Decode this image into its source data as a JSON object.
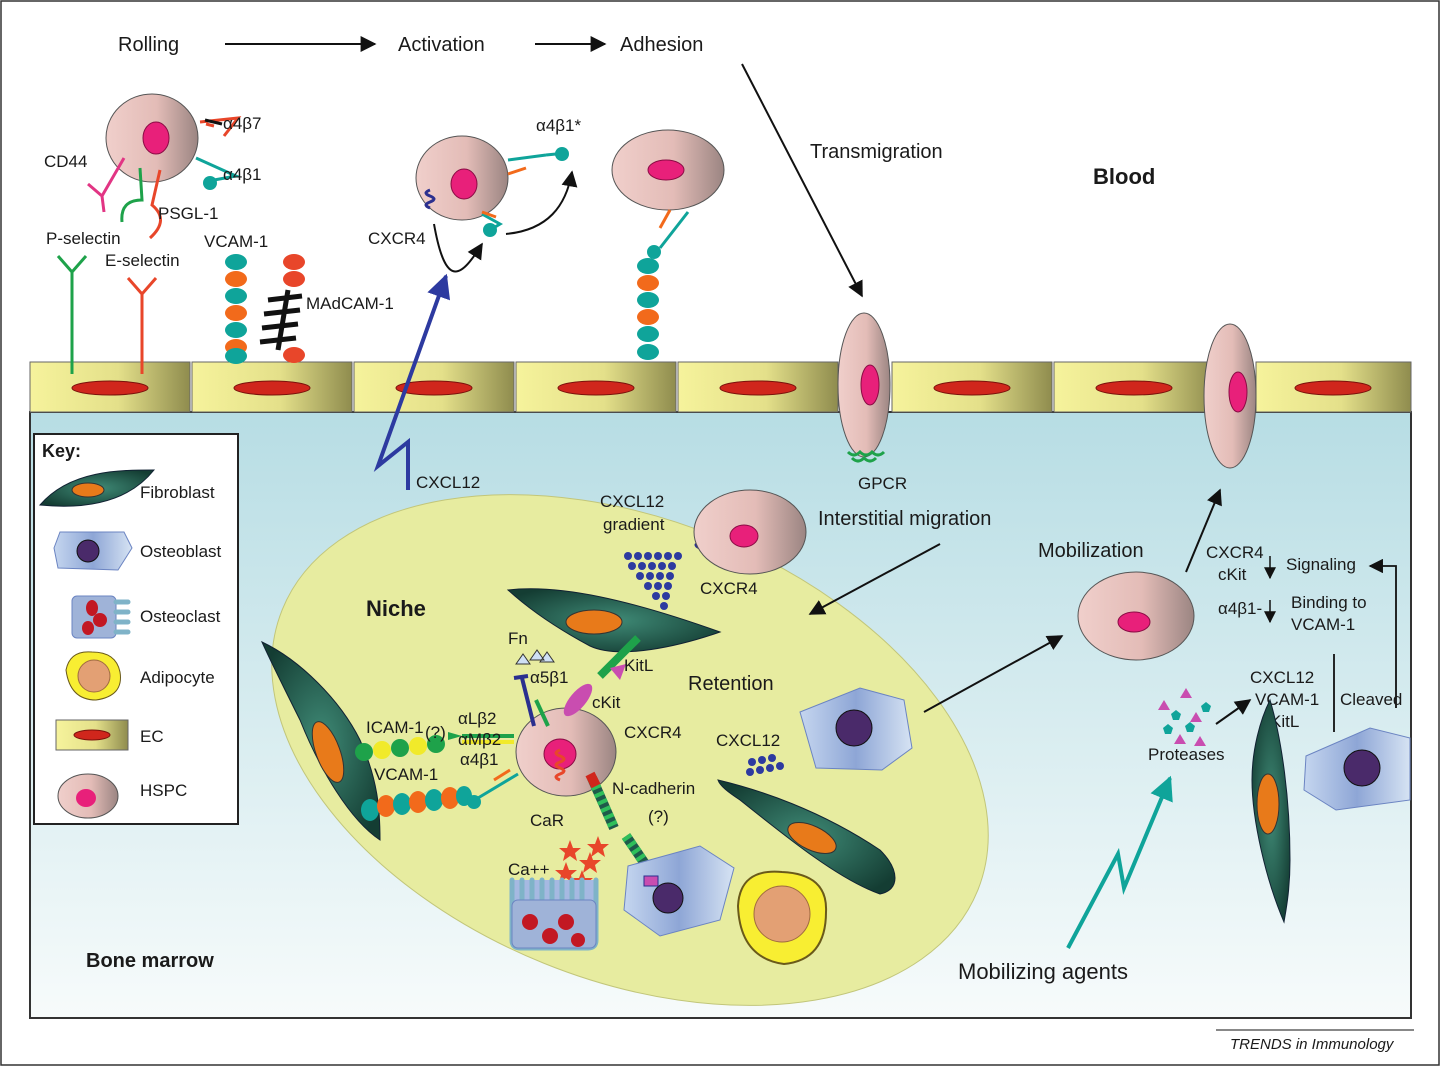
{
  "stages": {
    "rolling": "Rolling",
    "activation": "Activation",
    "adhesion": "Adhesion",
    "transmigration": "Transmigration"
  },
  "compartments": {
    "blood": "Blood",
    "bone_marrow": "Bone marrow",
    "niche": "Niche"
  },
  "molecules": {
    "cd44": "CD44",
    "a4b7": "α4β7",
    "a4b1": "α4β1",
    "psgl1": "PSGL-1",
    "p_selectin": "P-selectin",
    "e_selectin": "E-selectin",
    "vcam1": "VCAM-1",
    "madcam1": "MAdCAM-1",
    "cxcr4": "CXCR4",
    "a4b1_star": "α4β1*",
    "cxcl12": "CXCL12",
    "gpcr": "GPCR",
    "cxcl12_gradient_1": "CXCL12",
    "cxcl12_gradient_2": "gradient",
    "fn": "Fn",
    "a5b1": "α5β1",
    "kitl": "KitL",
    "ckit": "cKit",
    "icam1": "ICAM-1",
    "question": "(?)",
    "alb2": "αLβ2",
    "amb2": "αMβ2",
    "niche_a4b1": "α4β1",
    "niche_vcam1": "VCAM-1",
    "niche_cxcr4": "CXCR4",
    "ncadherin": "N-cadherin",
    "car": "CaR",
    "ca": "Ca++",
    "niche_cxcl12": "CXCL12",
    "niche_cxcr4_top": "CXCR4"
  },
  "processes": {
    "interstitial": "Interstitial migration",
    "retention": "Retention",
    "mobilization": "Mobilization",
    "mobilizing_agents": "Mobilizing agents",
    "proteases": "Proteases",
    "cleaved": "Cleaved",
    "signaling": "Signaling",
    "binding1": "Binding to",
    "binding2": "VCAM-1",
    "mob_cxcr4": "CXCR4",
    "mob_ckit": "cKit",
    "mob_a4b1": "α4β1-",
    "cleave_cxcl12": "CXCL12",
    "cleave_vcam1": "VCAM-1",
    "cleave_kitl": "KitL"
  },
  "key": {
    "title": "Key:",
    "items": [
      "Fibroblast",
      "Osteoblast",
      "Osteoclast",
      "Adipocyte",
      "EC",
      "HSPC"
    ]
  },
  "footer": "TRENDS in Immunology",
  "colors": {
    "hspc": "#e9c6c2",
    "nucleus": "#e8207a",
    "fibroblast": "#1f5a4a",
    "ec": "#f1ee8e",
    "niche": "#e8ec9a",
    "teal": "#0fa49a",
    "orange": "#f26a1b",
    "green": "#1ea24a",
    "red": "#e8462a",
    "navy": "#2a2f8f",
    "blue": "#2d3aa0"
  }
}
